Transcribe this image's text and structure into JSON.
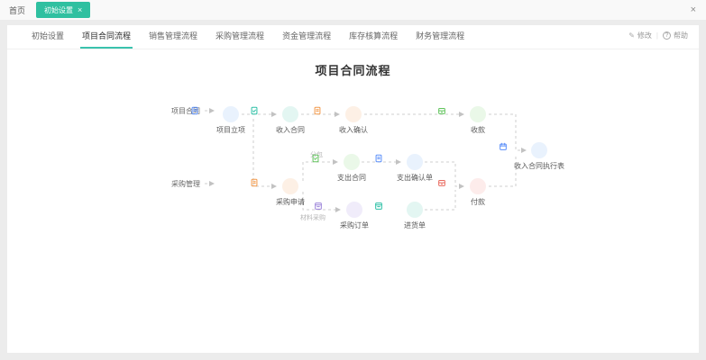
{
  "colors": {
    "brand_teal": "#2fc0a0",
    "active_tab_underline": "#3ac2ad",
    "node_blue": "#5b8ff9",
    "node_teal": "#2bbfa5",
    "node_orange": "#f2994a",
    "node_green": "#61c45c",
    "node_purple": "#9b83d9",
    "node_red": "#e9695e",
    "connector_gray": "#cfcfcf"
  },
  "topbar": {
    "home_label": "首页",
    "open_tab_label": "初始设置",
    "open_tab_close": "×",
    "window_close": "×"
  },
  "tabstrip": {
    "tabs": [
      {
        "label": "初始设置",
        "active": false
      },
      {
        "label": "项目合同流程",
        "active": true
      },
      {
        "label": "销售管理流程",
        "active": false
      },
      {
        "label": "采购管理流程",
        "active": false
      },
      {
        "label": "资金管理流程",
        "active": false
      },
      {
        "label": "库存核算流程",
        "active": false
      },
      {
        "label": "财务管理流程",
        "active": false
      }
    ],
    "modify_label": "修改",
    "help_label": "帮助"
  },
  "page": {
    "title": "项目合同流程"
  },
  "flow": {
    "row_labels": [
      {
        "label": "项目合同"
      },
      {
        "label": "采购管理"
      }
    ],
    "nodes": [
      {
        "label": "项目立项",
        "color": "blue",
        "icon": "document-icon"
      },
      {
        "label": "收入合同",
        "color": "teal",
        "icon": "contract-check-icon"
      },
      {
        "label": "收入确认",
        "color": "orange",
        "icon": "document-icon"
      },
      {
        "label": "收款",
        "color": "green",
        "icon": "cashbox-icon"
      },
      {
        "label": "收入合同执行表",
        "color": "blue",
        "icon": "calendar-report-icon"
      },
      {
        "label": "采购申请",
        "color": "orange",
        "icon": "document-icon"
      },
      {
        "label": "支出合同",
        "color": "green",
        "icon": "contract-check-icon"
      },
      {
        "label": "支出确认单",
        "color": "blue",
        "icon": "document-icon"
      },
      {
        "label": "采购订单",
        "color": "purple",
        "icon": "order-list-icon"
      },
      {
        "label": "进货单",
        "color": "teal",
        "icon": "order-list-icon"
      },
      {
        "label": "付款",
        "color": "red",
        "icon": "cashbox-icon"
      }
    ],
    "edge_labels": [
      {
        "label": "分包"
      },
      {
        "label": "材料采购"
      }
    ]
  }
}
